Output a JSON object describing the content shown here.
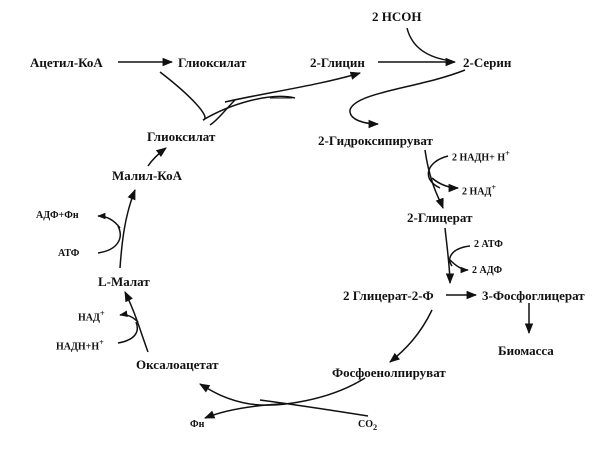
{
  "compounds": {
    "hcoh": "2 НСОН",
    "acetyl_coa": "Ацетил-КоА",
    "glyoxylate_top": "Глиоксилат",
    "glycine": "2-Глицин",
    "serine": "2-Серин",
    "hydroxypyruvate": "2-Гидроксипируват",
    "glyoxylate_left": "Глиоксилат",
    "malyl_coa": "Малил-КоА",
    "glycerate": "2-Глицерат",
    "l_malate": "L-Малат",
    "glycerate_2p": "2 Глицерат-2-Ф",
    "phosphoglycerate": "3-Фосфоглицерат",
    "biomass": "Биомасса",
    "oxaloacetate": "Оксалоацетат",
    "pep": "Фосфоенолпируват"
  },
  "cofactors": {
    "nadh_in": "2 НАДН+ Н",
    "nad_out": "2 НАД",
    "atp_in_right": "2 АТФ",
    "adp_out_right": "2 АДФ",
    "adp_pi": "АДФ+Фн",
    "atp_left": "АТФ",
    "nad_left": "НАД",
    "nadh_left": "НАДН+Н",
    "pi_bottom": "Фн",
    "co2_bottom": "CO",
    "sup_plus": "+",
    "sub_2": "2"
  }
}
